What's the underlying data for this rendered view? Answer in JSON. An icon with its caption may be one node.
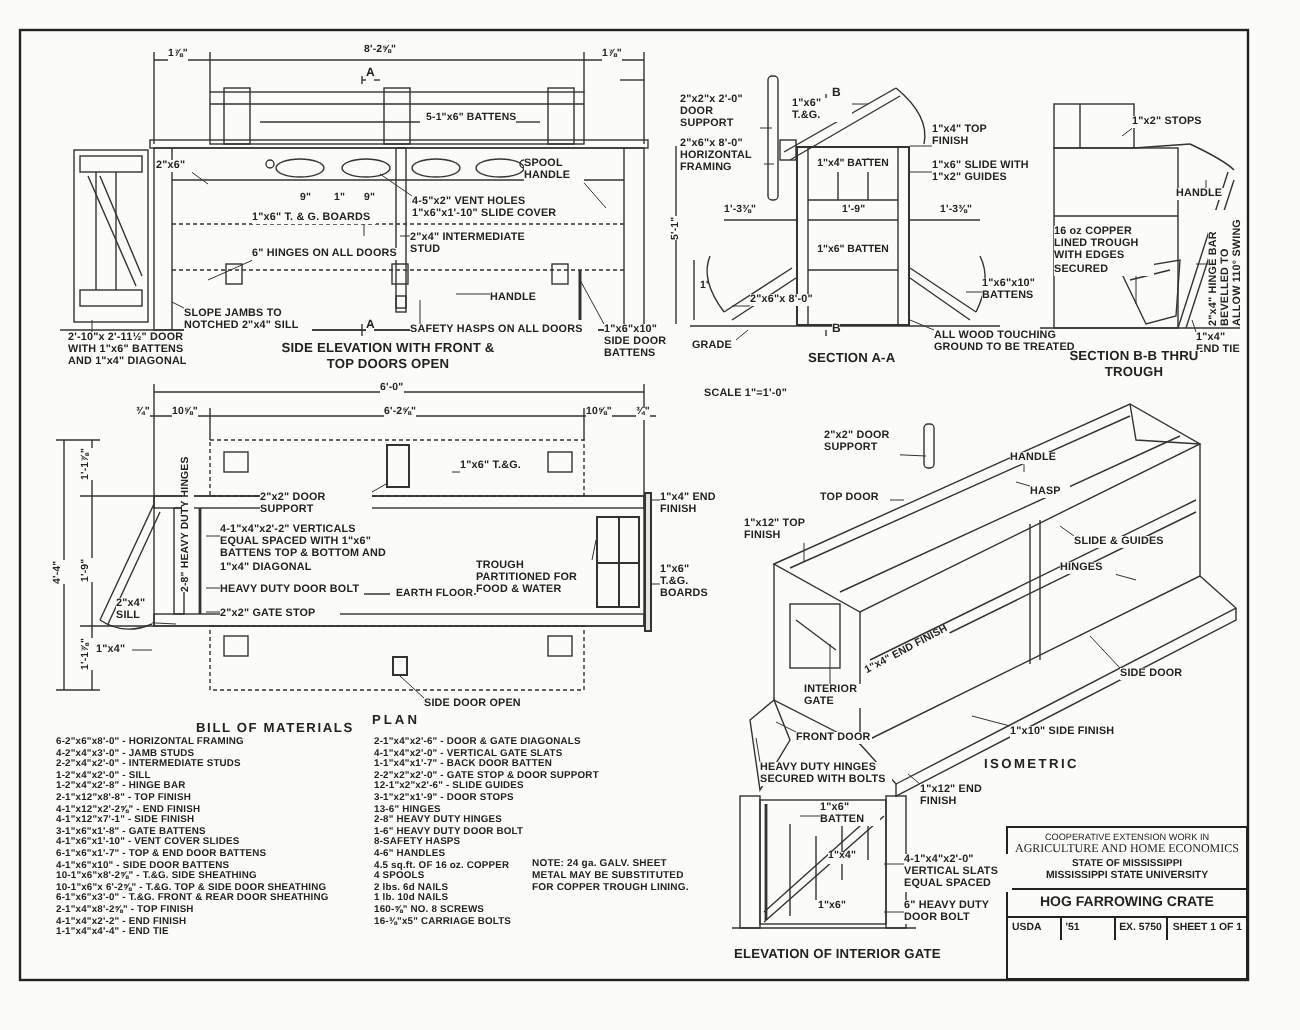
{
  "diagram": {
    "nodes": [
      {
        "text": [
          "COOPERATIVE EXTENSION WORK IN",
          "AGRICULTURE AND HOME ECONOMICS",
          "STATE OF MISSISSIPPI",
          "MISSISSIPPI STATE UNIVERSITY",
          "HOG FARROWING CRATE",
          "USDA",
          "'51",
          "EX. 5750",
          "SHEET 1 OF 1"
        ]
      },
      {
        "text": [
          "2'-10\"x 2'-11½\" DOOR WITH 1\"x6\" BATTENS AND 1\"x4\" DIAGONAL"
        ]
      },
      {
        "text": [
          "SLOPE JAMBS TO NOTCHED 2\"x4\" SILL"
        ]
      },
      {
        "text": [
          "2\"x6\""
        ]
      },
      {
        "text": [
          "1\"x6\" T. & G. BOARDS"
        ]
      },
      {
        "text": [
          "6\" HINGES ON ALL DOORS"
        ]
      },
      {
        "text": [
          "4-5\"x2\" VENT HOLES 1\"x6\"x1'-10\" SLIDE COVER"
        ]
      },
      {
        "text": [
          "2\"x4\" INTERMEDIATE STUD"
        ]
      },
      {
        "text": [
          "SPOOL HANDLE"
        ]
      },
      {
        "text": [
          "HANDLE"
        ]
      },
      {
        "text": [
          "SAFETY HASPS ON ALL DOORS"
        ]
      },
      {
        "text": [
          "1\"x6\"x10\" SIDE DOOR BATTENS"
        ]
      },
      {
        "text": [
          "2\"x2\"x 2'-0\" DOOR SUPPORT"
        ]
      },
      {
        "text": [
          "1\"x6\" T.&G."
        ]
      },
      {
        "text": [
          "2\"x6\"x 8'-0\" HORIZONTAL FRAMING"
        ]
      },
      {
        "text": [
          "1\"x4\" TOP FINISH"
        ]
      },
      {
        "text": [
          "1\"x6\" SLIDE WITH 1\"x2\" GUIDES"
        ]
      },
      {
        "text": [
          "2\"x6\"x 8'-0\""
        ]
      },
      {
        "text": [
          "GRADE"
        ]
      },
      {
        "text": [
          "1\"x6\"x10\" BATTENS"
        ]
      },
      {
        "text": [
          "ALL WOOD TOUCHING GROUND TO BE TREATED"
        ]
      },
      {
        "text": [
          "1\"x2\" STOPS"
        ]
      },
      {
        "text": [
          "HANDLE"
        ]
      },
      {
        "text": [
          "16 oz COPPER LINED TROUGH WITH EDGES SECURED"
        ]
      },
      {
        "text": [
          "2\"x4\" HINGE BAR BEVELLED TO ALLOW 110° SWING"
        ]
      },
      {
        "text": [
          "1\"x4\" END TIE"
        ]
      },
      {
        "text": [
          "1\"x6\" T.&G."
        ]
      },
      {
        "text": [
          "2\"x2\" DOOR SUPPORT"
        ]
      },
      {
        "text": [
          "1\"x4\" END FINISH"
        ]
      },
      {
        "text": [
          "4-1\"x4\"x2'-2\" VERTICALS EQUAL SPACED WITH 1\"x6\" BATTENS TOP & BOTTOM AND 1\"x4\" DIAGONAL"
        ]
      },
      {
        "text": [
          "TROUGH PARTITIONED FOR FOOD & WATER"
        ]
      },
      {
        "text": [
          "1\"x6\" T.&G. BOARDS"
        ]
      },
      {
        "text": [
          "HEAVY DUTY DOOR BOLT"
        ]
      },
      {
        "text": [
          "2\"x2\" GATE STOP"
        ]
      },
      {
        "text": [
          "1\"x4\""
        ]
      },
      {
        "text": [
          "SIDE DOOR OPEN"
        ]
      },
      {
        "text": [
          "2\"x2\" DOOR SUPPORT"
        ]
      },
      {
        "text": [
          "HANDLE"
        ]
      },
      {
        "text": [
          "HASP"
        ]
      },
      {
        "text": [
          "TOP DOOR"
        ]
      },
      {
        "text": [
          "1\"x12\" TOP FINISH"
        ]
      },
      {
        "text": [
          "SLIDE & GUIDES"
        ]
      },
      {
        "text": [
          "HINGES"
        ]
      },
      {
        "text": [
          "INTERIOR GATE"
        ]
      },
      {
        "text": [
          "SIDE DOOR"
        ]
      },
      {
        "text": [
          "FRONT DOOR"
        ]
      },
      {
        "text": [
          "1\"x10\" SIDE FINISH"
        ]
      },
      {
        "text": [
          "HEAVY DUTY HINGES SECURED WITH BOLTS"
        ]
      },
      {
        "text": [
          "1\"x12\" END FINISH"
        ]
      },
      {
        "text": [
          "1\"x6\" BATTEN"
        ]
      },
      {
        "text": [
          "4-1\"x4\"x2'-0\" VERTICAL SLATS EQUAL SPACED"
        ]
      },
      {
        "text": [
          "6\" HEAVY DUTY DOOR BOLT"
        ]
      },
      {
        "text": [
          "2\"x4\" SILL"
        ]
      },
      {
        "text": [
          "1\"x4\" BATTEN",
          "1\"x6\" BATTEN"
        ]
      },
      {
        "text": [],
        "shape": "box"
      },
      {
        "text": [],
        "shape": "box"
      },
      {
        "text": [],
        "shape": "bar"
      },
      {
        "text": [],
        "shape": "box"
      }
    ],
    "edges": [
      {
        "from": 1,
        "to": null,
        "arrow": "none"
      },
      {
        "from": 2,
        "to": null,
        "arrow": "none"
      },
      {
        "from": 3,
        "to": null,
        "arrow": "none"
      },
      {
        "from": 4,
        "to": null,
        "arrow": "none"
      },
      {
        "from": 5,
        "to": null,
        "arrow": "none"
      },
      {
        "from": 6,
        "to": null,
        "arrow": "none"
      },
      {
        "from": 7,
        "to": null,
        "arrow": "none"
      },
      {
        "from": 8,
        "to": null,
        "arrow": "none"
      },
      {
        "from": 9,
        "to": null,
        "arrow": "none"
      },
      {
        "from": 10,
        "to": null,
        "arrow": "none"
      },
      {
        "from": 11,
        "to": null,
        "arrow": "none"
      },
      {
        "from": 12,
        "to": null,
        "arrow": "none"
      },
      {
        "from": 13,
        "to": null,
        "arrow": "none"
      },
      {
        "from": 14,
        "to": null,
        "arrow": "none"
      },
      {
        "from": 15,
        "to": 53,
        "arrow": "none"
      },
      {
        "from": 16,
        "to": 53,
        "arrow": "none"
      },
      {
        "from": 17,
        "to": null,
        "arrow": "none"
      },
      {
        "from": 18,
        "to": null,
        "arrow": "none"
      },
      {
        "from": 19,
        "to": null,
        "arrow": "none"
      },
      {
        "from": 20,
        "to": 53,
        "arrow": "none"
      },
      {
        "from": 21,
        "to": null,
        "arrow": "none"
      },
      {
        "from": 22,
        "to": null,
        "arrow": "none"
      },
      {
        "from": 23,
        "to": null,
        "arrow": "none"
      },
      {
        "from": 24,
        "to": null,
        "arrow": "none"
      },
      {
        "from": 25,
        "to": null,
        "arrow": "none"
      },
      {
        "from": 26,
        "to": null,
        "arrow": "none"
      },
      {
        "from": 27,
        "to": 55,
        "arrow": "none"
      },
      {
        "from": 28,
        "to": 56,
        "arrow": "none"
      },
      {
        "from": 29,
        "to": null,
        "arrow": "none"
      },
      {
        "from": 30,
        "to": 54,
        "arrow": "none"
      },
      {
        "from": 31,
        "to": 56,
        "arrow": "none"
      },
      {
        "from": 32,
        "to": null,
        "arrow": "none"
      },
      {
        "from": 33,
        "to": null,
        "arrow": "none"
      },
      {
        "from": 34,
        "to": null,
        "arrow": "none"
      },
      {
        "from": 35,
        "to": 57,
        "arrow": "none"
      },
      {
        "from": 36,
        "to": null,
        "arrow": "none"
      },
      {
        "from": 37,
        "to": null,
        "arrow": "none"
      },
      {
        "from": 38,
        "to": null,
        "arrow": "none"
      },
      {
        "from": 39,
        "to": null,
        "arrow": "none"
      },
      {
        "from": 40,
        "to": null,
        "arrow": "none"
      },
      {
        "from": 41,
        "to": null,
        "arrow": "none"
      },
      {
        "from": 42,
        "to": null,
        "arrow": "none"
      },
      {
        "from": 43,
        "to": null,
        "arrow": "none"
      },
      {
        "from": 44,
        "to": null,
        "arrow": "none"
      },
      {
        "from": 45,
        "to": null,
        "arrow": "none"
      },
      {
        "from": 46,
        "to": null,
        "arrow": "none"
      },
      {
        "from": 47,
        "to": null,
        "arrow": "none"
      },
      {
        "from": 48,
        "to": null,
        "arrow": "none"
      },
      {
        "from": 49,
        "to": null,
        "arrow": "none"
      },
      {
        "from": 50,
        "to": null,
        "arrow": "none"
      },
      {
        "from": 51,
        "to": null,
        "arrow": "none"
      },
      {
        "from": 52,
        "to": null,
        "arrow": "none"
      }
    ],
    "labels": [
      "1⅞\"",
      "8'-2⅝\"",
      "1⅞\"",
      "A",
      "5-1\"x6\" BATTENS",
      "9\"",
      "1\"",
      "9\"",
      "A",
      "SIDE ELEVATION WITH FRONT & TOP DOORS OPEN",
      "B",
      "5'-1\"",
      "1'-3⅜\"",
      "1'-9\"",
      "1'-3⅜\"",
      "1'",
      "B",
      "SECTION A-A",
      "SECTION B-B THRU TROUGH",
      "SCALE 1\"=1'-0\"",
      "6'-0\"",
      "¾\"",
      "10⅝\"",
      "6'-2⅝\"",
      "10⅝\"",
      "¾\"",
      "4'-4\"",
      "1'-1⅞\"",
      "1'-9\"",
      "1'-1⅞\"",
      "2-8\" HEAVY DUTY HINGES",
      "EARTH FLOOR",
      "PLAN",
      "1\"x4\" END FINISH",
      "ISOMETRIC",
      "1\"x4\"",
      "1\"x6\"",
      "ELEVATION OF INTERIOR GATE",
      "BILL OF MATERIALS",
      "6-2\"x6\"x8'-0\" - HORIZONTAL FRAMING",
      "4-2\"x4\"x3'-0\" - JAMB STUDS",
      "2-2\"x4\"x2'-0\" - INTERMEDIATE STUDS",
      "1-2\"x4\"x2'-0\" - SILL",
      "1-2\"x4\"x2'-8\" - HINGE BAR",
      "2-1\"x12\"x8'-8\" - TOP FINISH",
      "4-1\"x12\"x2'-2⅝\" - END FINISH",
      "4-1\"x12\"x7'-1\" - SIDE FINISH",
      "3-1\"x6\"x1'-8\" - GATE BATTENS",
      "4-1\"x6\"x1'-10\" - VENT COVER SLIDES",
      "6-1\"x6\"x1'-7\" - TOP & END DOOR BATTENS",
      "4-1\"x6\"x10\" - SIDE DOOR BATTENS",
      "10-1\"x6\"x8'-2⅝\" - T.&G. SIDE SHEATHING",
      "10-1\"x6\"x 6'-2⅝\" - T.&G. TOP & SIDE DOOR SHEATHING",
      "6-1\"x6\"x3'-0\" - T.&G. FRONT & REAR DOOR SHEATHING",
      "2-1\"x4\"x8'-2⅝\" - TOP FINISH",
      "4-1\"x4\"x2'-2\" - END FINISH",
      "1-1\"x4\"x4'-4\" - END TIE",
      "2-1\"x4\"x2'-6\" - DOOR & GATE DIAGONALS",
      "4-1\"x4\"x2'-0\" - VERTICAL GATE SLATS",
      "1-1\"x4\"x1'-7\" - BACK DOOR BATTEN",
      "2-2\"x2\"x2'-0\" - GATE STOP & DOOR SUPPORT",
      "12-1\"x2\"x2'-6\" - SLIDE GUIDES",
      "3-1\"x2\"x1'-9\" - DOOR STOPS",
      "13-6\" HINGES",
      "2-8\" HEAVY DUTY HINGES",
      "1-6\" HEAVY DUTY DOOR BOLT",
      "8-SAFETY HASPS",
      "4-6\" HANDLES",
      "4.5 sq.ft. OF 16 oz. COPPER",
      "4 SPOOLS",
      "2 lbs. 6d NAILS",
      "1 lb. 10d NAILS",
      "160-⅝\" NO. 8 SCREWS",
      "16-⅜\"x5\" CARRIAGE BOLTS",
      "NOTE: 24 ga. GALV. SHEET METAL MAY BE SUBSTITUTED FOR COPPER TROUGH LINING."
    ]
  }
}
